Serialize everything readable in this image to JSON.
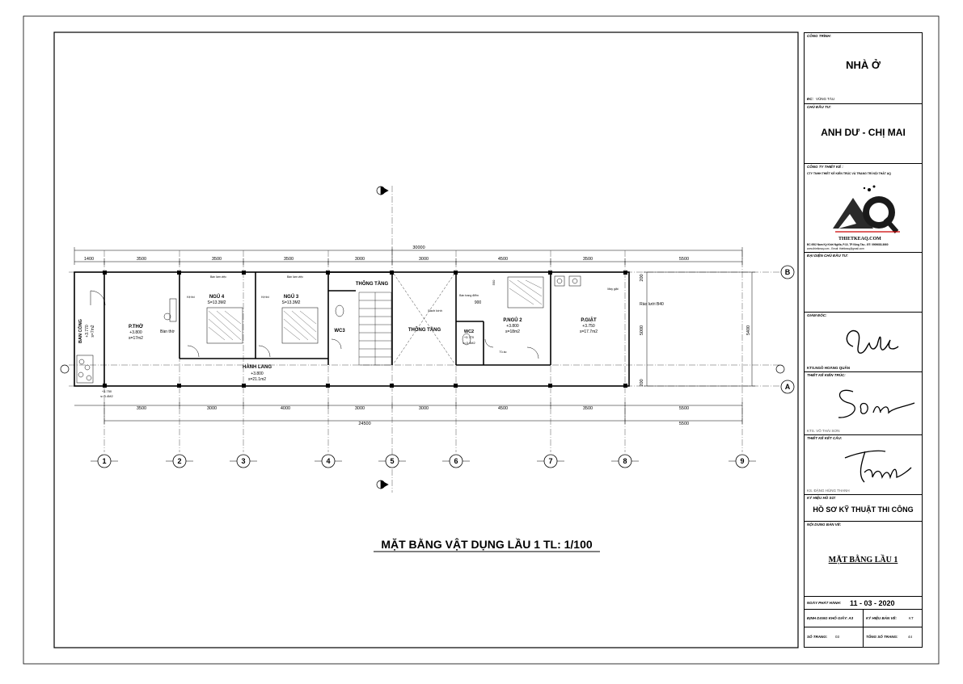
{
  "drawing": {
    "dims_top_total": "30000",
    "dims_top": [
      "1400",
      "3500",
      "3500",
      "3500",
      "3000",
      "3000",
      "4500",
      "3500",
      "5500"
    ],
    "dims_bottom": [
      "3500",
      "3000",
      "4000",
      "3000",
      "3000",
      "4500",
      "3500",
      "5500"
    ],
    "dims_bottom_total": "24500",
    "dims_bottom_right": "5500",
    "dims_right": [
      "200",
      "5000",
      "200"
    ],
    "dims_right_total": "5400",
    "grid_numbers": [
      "1",
      "2",
      "3",
      "4",
      "5",
      "6",
      "7",
      "8",
      "9"
    ],
    "grid_letters": [
      "B",
      "A"
    ],
    "rooms": {
      "ban_cong": {
        "name": "BAN CÔNG",
        "level": "+3.770",
        "area": "s=7m2"
      },
      "p_tho": {
        "name": "P.THỜ",
        "level": "+3.800",
        "area": "s=17m2"
      },
      "ban_tho": "Bàn thờ",
      "ngu4": {
        "name": "NGỦ 4",
        "area": "S=13.3M2"
      },
      "ngu3": {
        "name": "NGỦ 3",
        "area": "S=13.3M2"
      },
      "thong_tang_small": "THÔNG TẦNG",
      "wc3": "WC3",
      "thong_tang": "THÔNG TẦNG",
      "sach_kinh": "Sách kính",
      "ban_trang_diem": "Bàn trang điểm",
      "dim_900": "900",
      "dim_550": "550",
      "wc2": {
        "name": "WC2",
        "level": "+3.770",
        "area": "s=3.4M2"
      },
      "p_ngu2": {
        "name": "P.NGỦ 2",
        "level": "+3.800",
        "area": "s=18m2"
      },
      "tu_ao": "Tủ áo",
      "p_giat": {
        "name": "P.GIẶT",
        "level": "+3.750",
        "area": "s=17.7m2"
      },
      "may_giat": "Máy giặt",
      "rao_luoi": "Rào lưới B40",
      "hanh_lang": {
        "name": "HÀNH LANG",
        "level": "+3.800",
        "area": "s=21.1m2"
      },
      "ban_lam_viec": "Bàn làm việc",
      "ke_tivi": "Kệ tivi",
      "bottom_small": [
        "+3.750",
        "s=5.4M2"
      ]
    },
    "title": "MẶT BẰNG VẬT DỤNG LẦU 1 TL: 1/100"
  },
  "title_block": {
    "cong_trinh_label": "CÔNG TRÌNH:",
    "project": "NHÀ Ở",
    "address_label": "ĐC:",
    "address": "VŨNG TÀU",
    "chu_dau_tu_label": "CHỦ ĐẦU TƯ:",
    "owner": "ANH DƯ - CHỊ MAI",
    "cty_label": "CÔNG TY THIẾT KẾ :",
    "company": "CTY TNHH THIẾT KẾ KIẾN TRÚC VÀ TRANG TRÍ NỘI THẤT AQ",
    "logo_text": "AQ",
    "logo_site": "THIETKEAQ.COM",
    "company_address": "ĐC:95/2 Nam Kỳ Khởi Nghĩa, P.10, TP.Vũng Tàu - ĐT: 0909683.3660",
    "company_web": "www.thietkeaq.com - Email: thietkeaq@gmail.com",
    "dai_dien_label": "ĐẠI DIỆN CHỦ ĐẦU TƯ:",
    "giam_doc_label": "GIÁM ĐỐC:",
    "giam_doc_name": "KTS.NGÔ HOÀNG QUÂN",
    "tk_kien_truc_label": "THIẾT KẾ KIẾN TRÚC:",
    "tk_kien_truc_name": "KTS. VÕ THÁI SƠN",
    "tk_ket_cau_label": "THIẾT KẾ KẾT CẤU:",
    "tk_ket_cau_name": "KS. ĐẶNG HÙNG THANH",
    "ky_hieu_ho_so_label": "KÝ HIỆU HỒ SƠ:",
    "ky_hieu_ho_so": "HỒ SƠ KỸ THUẬT THI CÔNG",
    "noi_dung_label": "NỘI DUNG BẢN VẼ:",
    "noi_dung": "MẶT BẰNG LẦU 1",
    "ngay_label": "NGÀY PHÁT HÀNH:",
    "ngay": "11 - 03 - 2020",
    "dinh_dang_label": "ĐỊNH DẠNG KHỔ GIẤY: A3",
    "ky_hieu_ban_ve_label": "KÝ HIỆU BẢN VẼ:",
    "ky_hieu_ban_ve": "KT",
    "so_trang_label": "SỐ TRANG:",
    "so_trang": "03",
    "tong_so_trang_label": "TỔNG SỐ TRANG:",
    "tong_so_trang": "44"
  }
}
